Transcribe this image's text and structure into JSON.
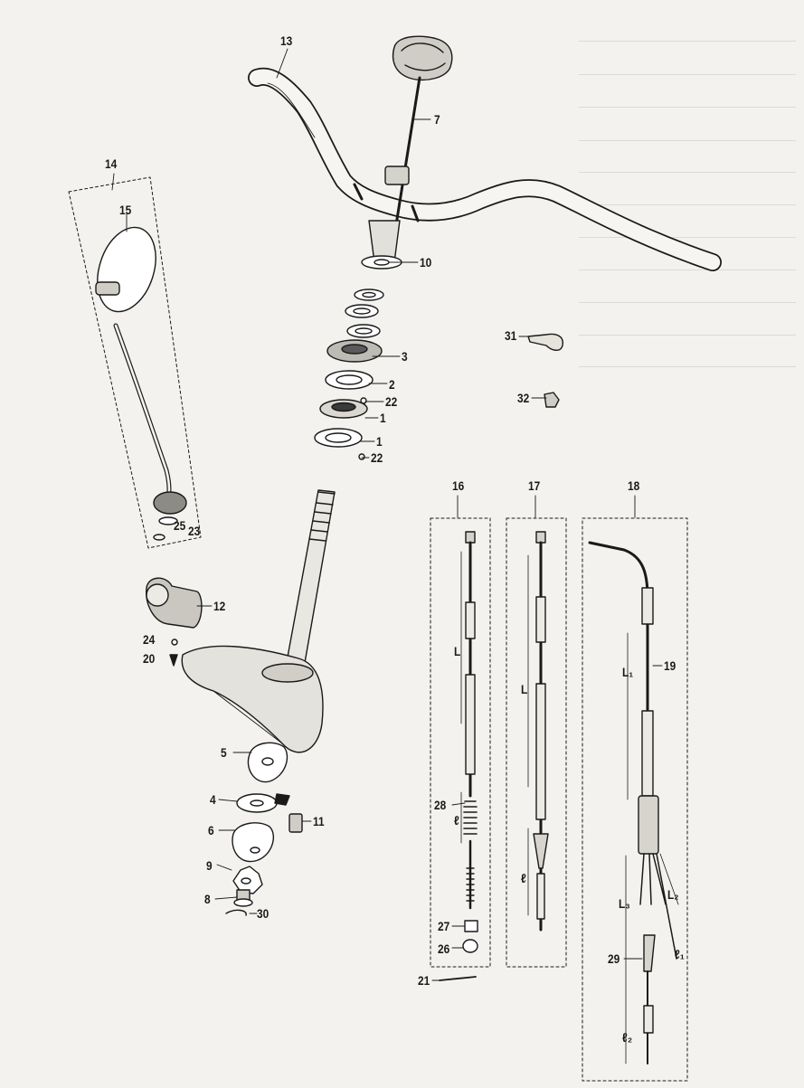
{
  "callouts": {
    "c13": "13",
    "c7": "7",
    "c10": "10",
    "c3": "3",
    "c2": "2",
    "c22a": "22",
    "c1a": "1",
    "c1b": "1",
    "c22b": "22",
    "c31": "31",
    "c32": "32",
    "c14": "14",
    "c15": "15",
    "c25": "25",
    "c23": "23",
    "c12": "12",
    "c24": "24",
    "c20": "20",
    "c5": "5",
    "c4": "4",
    "c6": "6",
    "c11": "11",
    "c9": "9",
    "c8": "8",
    "c30": "30",
    "c16": "16",
    "c17": "17",
    "c18": "18",
    "c19": "19",
    "c28": "28",
    "c27": "27",
    "c26": "26",
    "c21": "21",
    "c29": "29",
    "dimL16": "L",
    "diml16": "ℓ",
    "dimL17": "L",
    "diml17": "ℓ",
    "dimL1": "L₁",
    "dimL2": "L₂",
    "dimL3": "L₃",
    "diml1": "ℓ₁",
    "diml2": "ℓ₂"
  },
  "colors": {
    "paper": "#f3f2ee",
    "ink": "#1a1a1a",
    "bleed": "#dcdad4"
  }
}
